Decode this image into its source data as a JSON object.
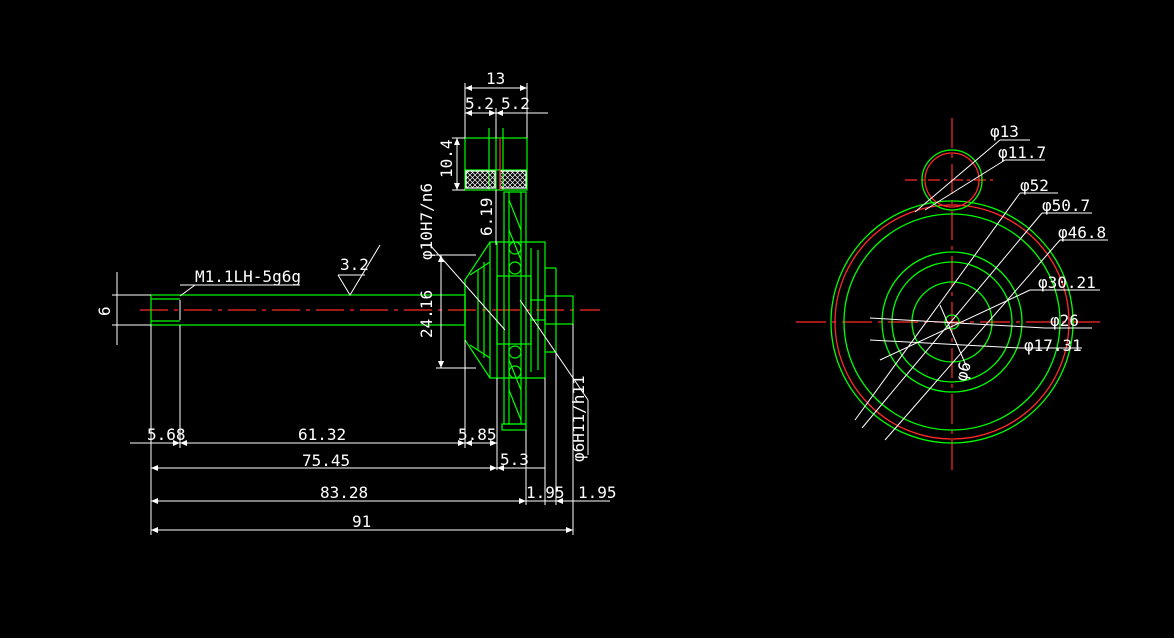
{
  "colors": {
    "background": "#000000",
    "outline": "#00ff00",
    "dimension": "#ffffff",
    "centerline": "#ff2a2a",
    "hatch": "#ffffff"
  },
  "side_view": {
    "overall_lengths": [
      "91",
      "83.28",
      "75.45"
    ],
    "segments": [
      "5.68",
      "61.32",
      "5.85",
      "5.3",
      "1.95",
      "1.95"
    ],
    "shaft_dia": "6",
    "thread": "M1.1LH-5g6g",
    "roughness": "3.2",
    "gear_width_total": "13",
    "gear_width_a": "5.2",
    "gear_width_b": "5.2",
    "gear_height": "10.4",
    "bore_fit": "φ10H7/n6",
    "hub_dia": "6.19",
    "cone_dia": "24.16",
    "shaft_fit": "φ6H11/h11"
  },
  "end_view": {
    "diameters": [
      "φ13",
      "φ11.7",
      "φ52",
      "φ50.7",
      "φ46.8",
      "φ30.21",
      "φ26",
      "φ17.31",
      "φ6"
    ]
  }
}
